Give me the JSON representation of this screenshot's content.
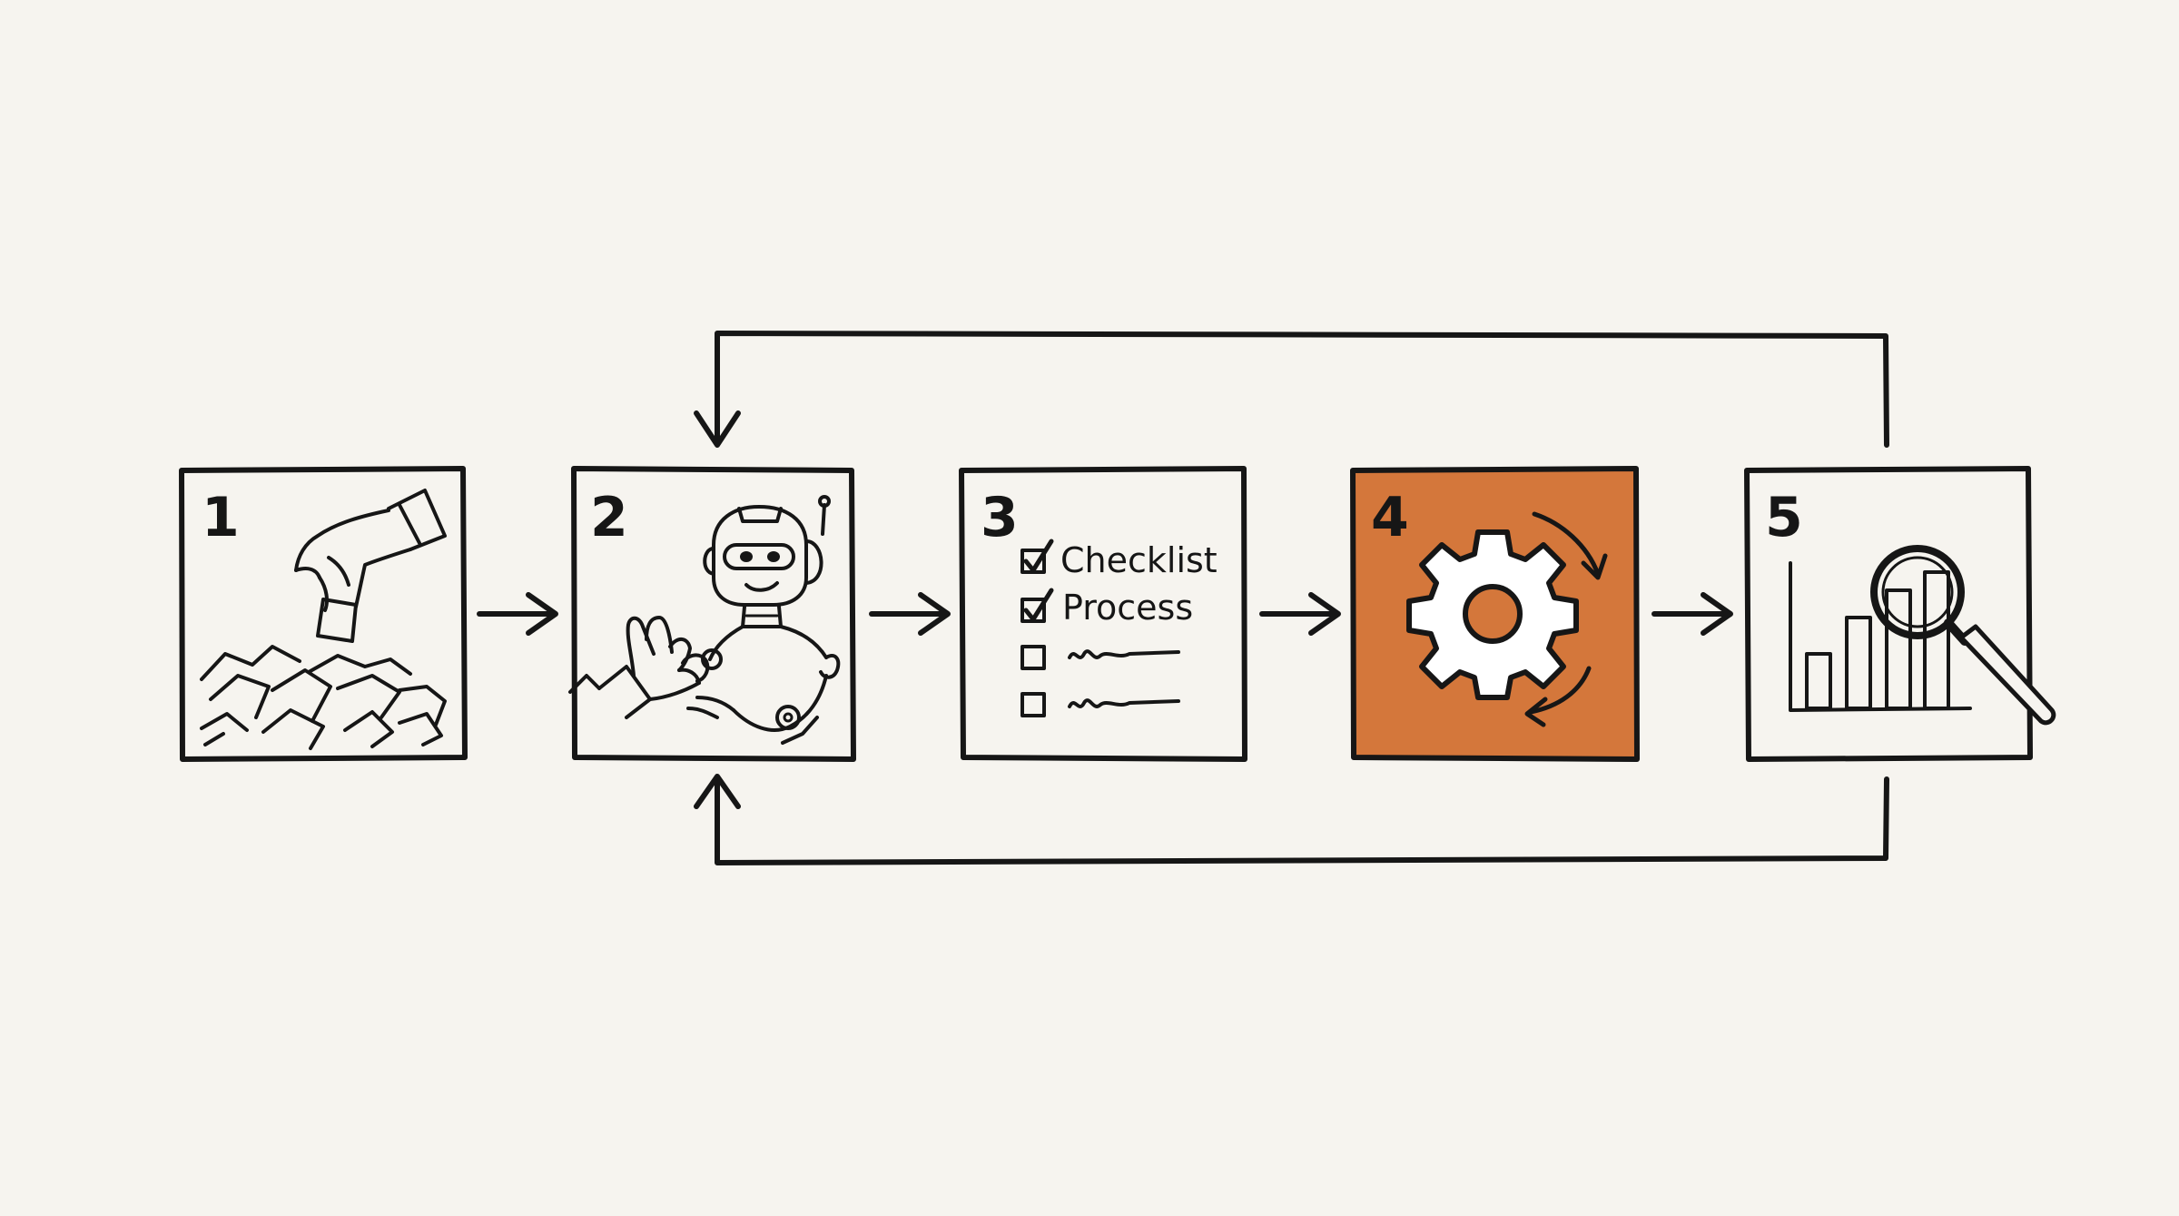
{
  "diagram": {
    "colors": {
      "background": "#f6f4ef",
      "ink": "#161616",
      "accent": "#d4773b"
    },
    "steps": [
      {
        "number": "1",
        "icon": "hand-picking-from-pile-icon",
        "highlighted": false
      },
      {
        "number": "2",
        "icon": "robot-handshake-icon",
        "highlighted": false
      },
      {
        "number": "3",
        "icon": "checklist-icon",
        "highlighted": false,
        "checklist": [
          {
            "label": "Checklist",
            "checked": true
          },
          {
            "label": "Process",
            "checked": true
          },
          {
            "label": "",
            "checked": false
          },
          {
            "label": "",
            "checked": false
          }
        ]
      },
      {
        "number": "4",
        "icon": "gear-cycle-icon",
        "highlighted": true
      },
      {
        "number": "5",
        "icon": "bar-chart-magnifier-icon",
        "highlighted": false
      }
    ],
    "arrows": [
      {
        "from": "1",
        "to": "2"
      },
      {
        "from": "2",
        "to": "3"
      },
      {
        "from": "3",
        "to": "4"
      },
      {
        "from": "4",
        "to": "5"
      },
      {
        "from": "5",
        "to": "2",
        "route": "top-loop"
      },
      {
        "from": "5",
        "to": "2",
        "route": "bottom-loop"
      }
    ]
  }
}
